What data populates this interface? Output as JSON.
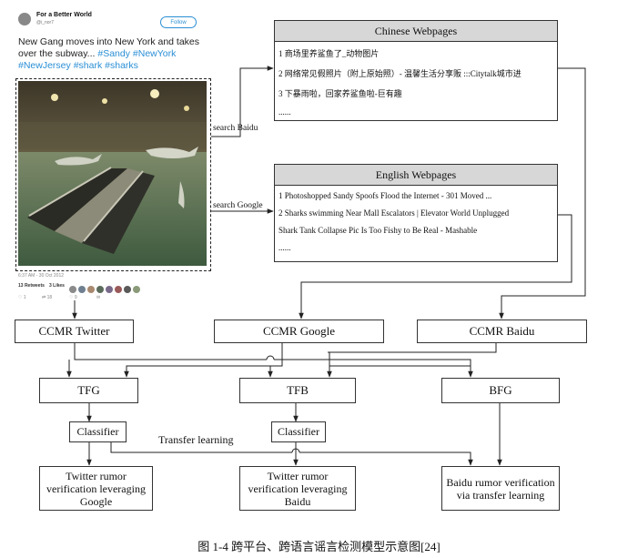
{
  "tweet": {
    "author": "For a Better World",
    "handle": "@i_nor7",
    "follow_label": "Follow",
    "text_plain": "New Gang moves into New York and takes over the subway... ",
    "hashtags": [
      "#Sandy",
      "#NewYork",
      "#NewJersey",
      "#shark",
      "#sharks"
    ],
    "timestamp": "6:37 AM - 30 Oct 2012",
    "retweets": "13 Retweets",
    "likes": "3 Likes",
    "action_counts": [
      "1",
      "18",
      "9"
    ]
  },
  "edges": {
    "search_baidu": "search Baidu",
    "search_google": "search Google",
    "transfer_learning": "Transfer learning"
  },
  "chinese_panel": {
    "title": "Chinese Webpages",
    "rows": [
      "1 商场里养鲨鱼了_动物图片",
      "2 网络常见假照片（附上原始照）- 温馨生活分享贩 :::Citytalk城市进",
      "3 下暴雨啦，回家养鲨鱼啦-巨有趣",
      "......"
    ]
  },
  "english_panel": {
    "title": "English Webpages",
    "rows": [
      "1 Photoshopped Sandy Spoofs Flood the Internet - 301 Moved ...",
      "2 Sharks swimming Near Mall Escalators | Elevator World Unplugged",
      "Shark Tank Collapse Pic Is Too Fishy to Be Real - Mashable",
      "......"
    ]
  },
  "nodes": {
    "ccmr_twitter": "CCMR Twitter",
    "ccmr_google": "CCMR Google",
    "ccmr_baidu": "CCMR Baidu",
    "tfg": "TFG",
    "tfb": "TFB",
    "bfg": "BFG",
    "classifier_1": "Classifier",
    "classifier_2": "Classifier",
    "out_twitter_google": "Twitter rumor verification leveraging Google",
    "out_twitter_baidu": "Twitter rumor verification leveraging Baidu",
    "out_baidu_transfer": "Baidu rumor verification via transfer learning"
  },
  "caption": "图 1-4  跨平台、跨语言谣言检测模型示意图[24]"
}
